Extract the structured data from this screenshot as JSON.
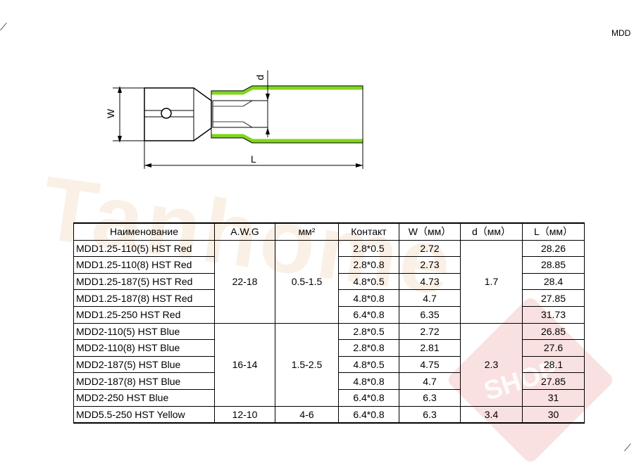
{
  "code_tag": "MDD",
  "drawing": {
    "label_w": "W",
    "label_d": "d",
    "label_l": "L",
    "colors": {
      "insulation": "#7fd61c",
      "outline": "#000000"
    }
  },
  "watermark": "Tanhome",
  "watermark_shop": "SHOP",
  "table": {
    "headers": [
      "Наименование",
      "A.W.G",
      "мм²",
      "Контакт",
      "W（мм）",
      "d（мм）",
      "L（мм）"
    ],
    "groups": [
      {
        "awg": "22-18",
        "mm2": "0.5-1.5",
        "d": "1.7",
        "rows": [
          {
            "name": "MDD1.25-110(5) HST Red",
            "contact": "2.8*0.5",
            "w": "2.72",
            "l": "28.26"
          },
          {
            "name": "MDD1.25-110(8) HST Red",
            "contact": "2.8*0.8",
            "w": "2.73",
            "l": "28.85"
          },
          {
            "name": "MDD1.25-187(5) HST Red",
            "contact": "4.8*0.5",
            "w": "4.73",
            "l": "28.4"
          },
          {
            "name": "MDD1.25-187(8) HST Red",
            "contact": "4.8*0.8",
            "w": "4.7",
            "l": "27.85"
          },
          {
            "name": "MDD1.25-250 HST Red",
            "contact": "6.4*0.8",
            "w": "6.35",
            "l": "31.73"
          }
        ]
      },
      {
        "awg": "16-14",
        "mm2": "1.5-2.5",
        "d": "2.3",
        "rows": [
          {
            "name": "MDD2-110(5) HST Blue",
            "contact": "2.8*0.5",
            "w": "2.72",
            "l": "26.85"
          },
          {
            "name": "MDD2-110(8) HST Blue",
            "contact": "2.8*0.8",
            "w": "2.81",
            "l": "27.6"
          },
          {
            "name": "MDD2-187(5) HST Blue",
            "contact": "4.8*0.5",
            "w": "4.75",
            "l": "28.1"
          },
          {
            "name": "MDD2-187(8) HST Blue",
            "contact": "4.8*0.8",
            "w": "4.7",
            "l": "27.85"
          },
          {
            "name": "MDD2-250 HST Blue",
            "contact": "6.4*0.8",
            "w": "6.3",
            "l": "31"
          }
        ]
      },
      {
        "awg": "12-10",
        "mm2": "4-6",
        "d": "3.4",
        "rows": [
          {
            "name": "MDD5.5-250 HST Yellow",
            "contact": "6.4*0.8",
            "w": "6.3",
            "l": "30"
          }
        ]
      }
    ]
  }
}
